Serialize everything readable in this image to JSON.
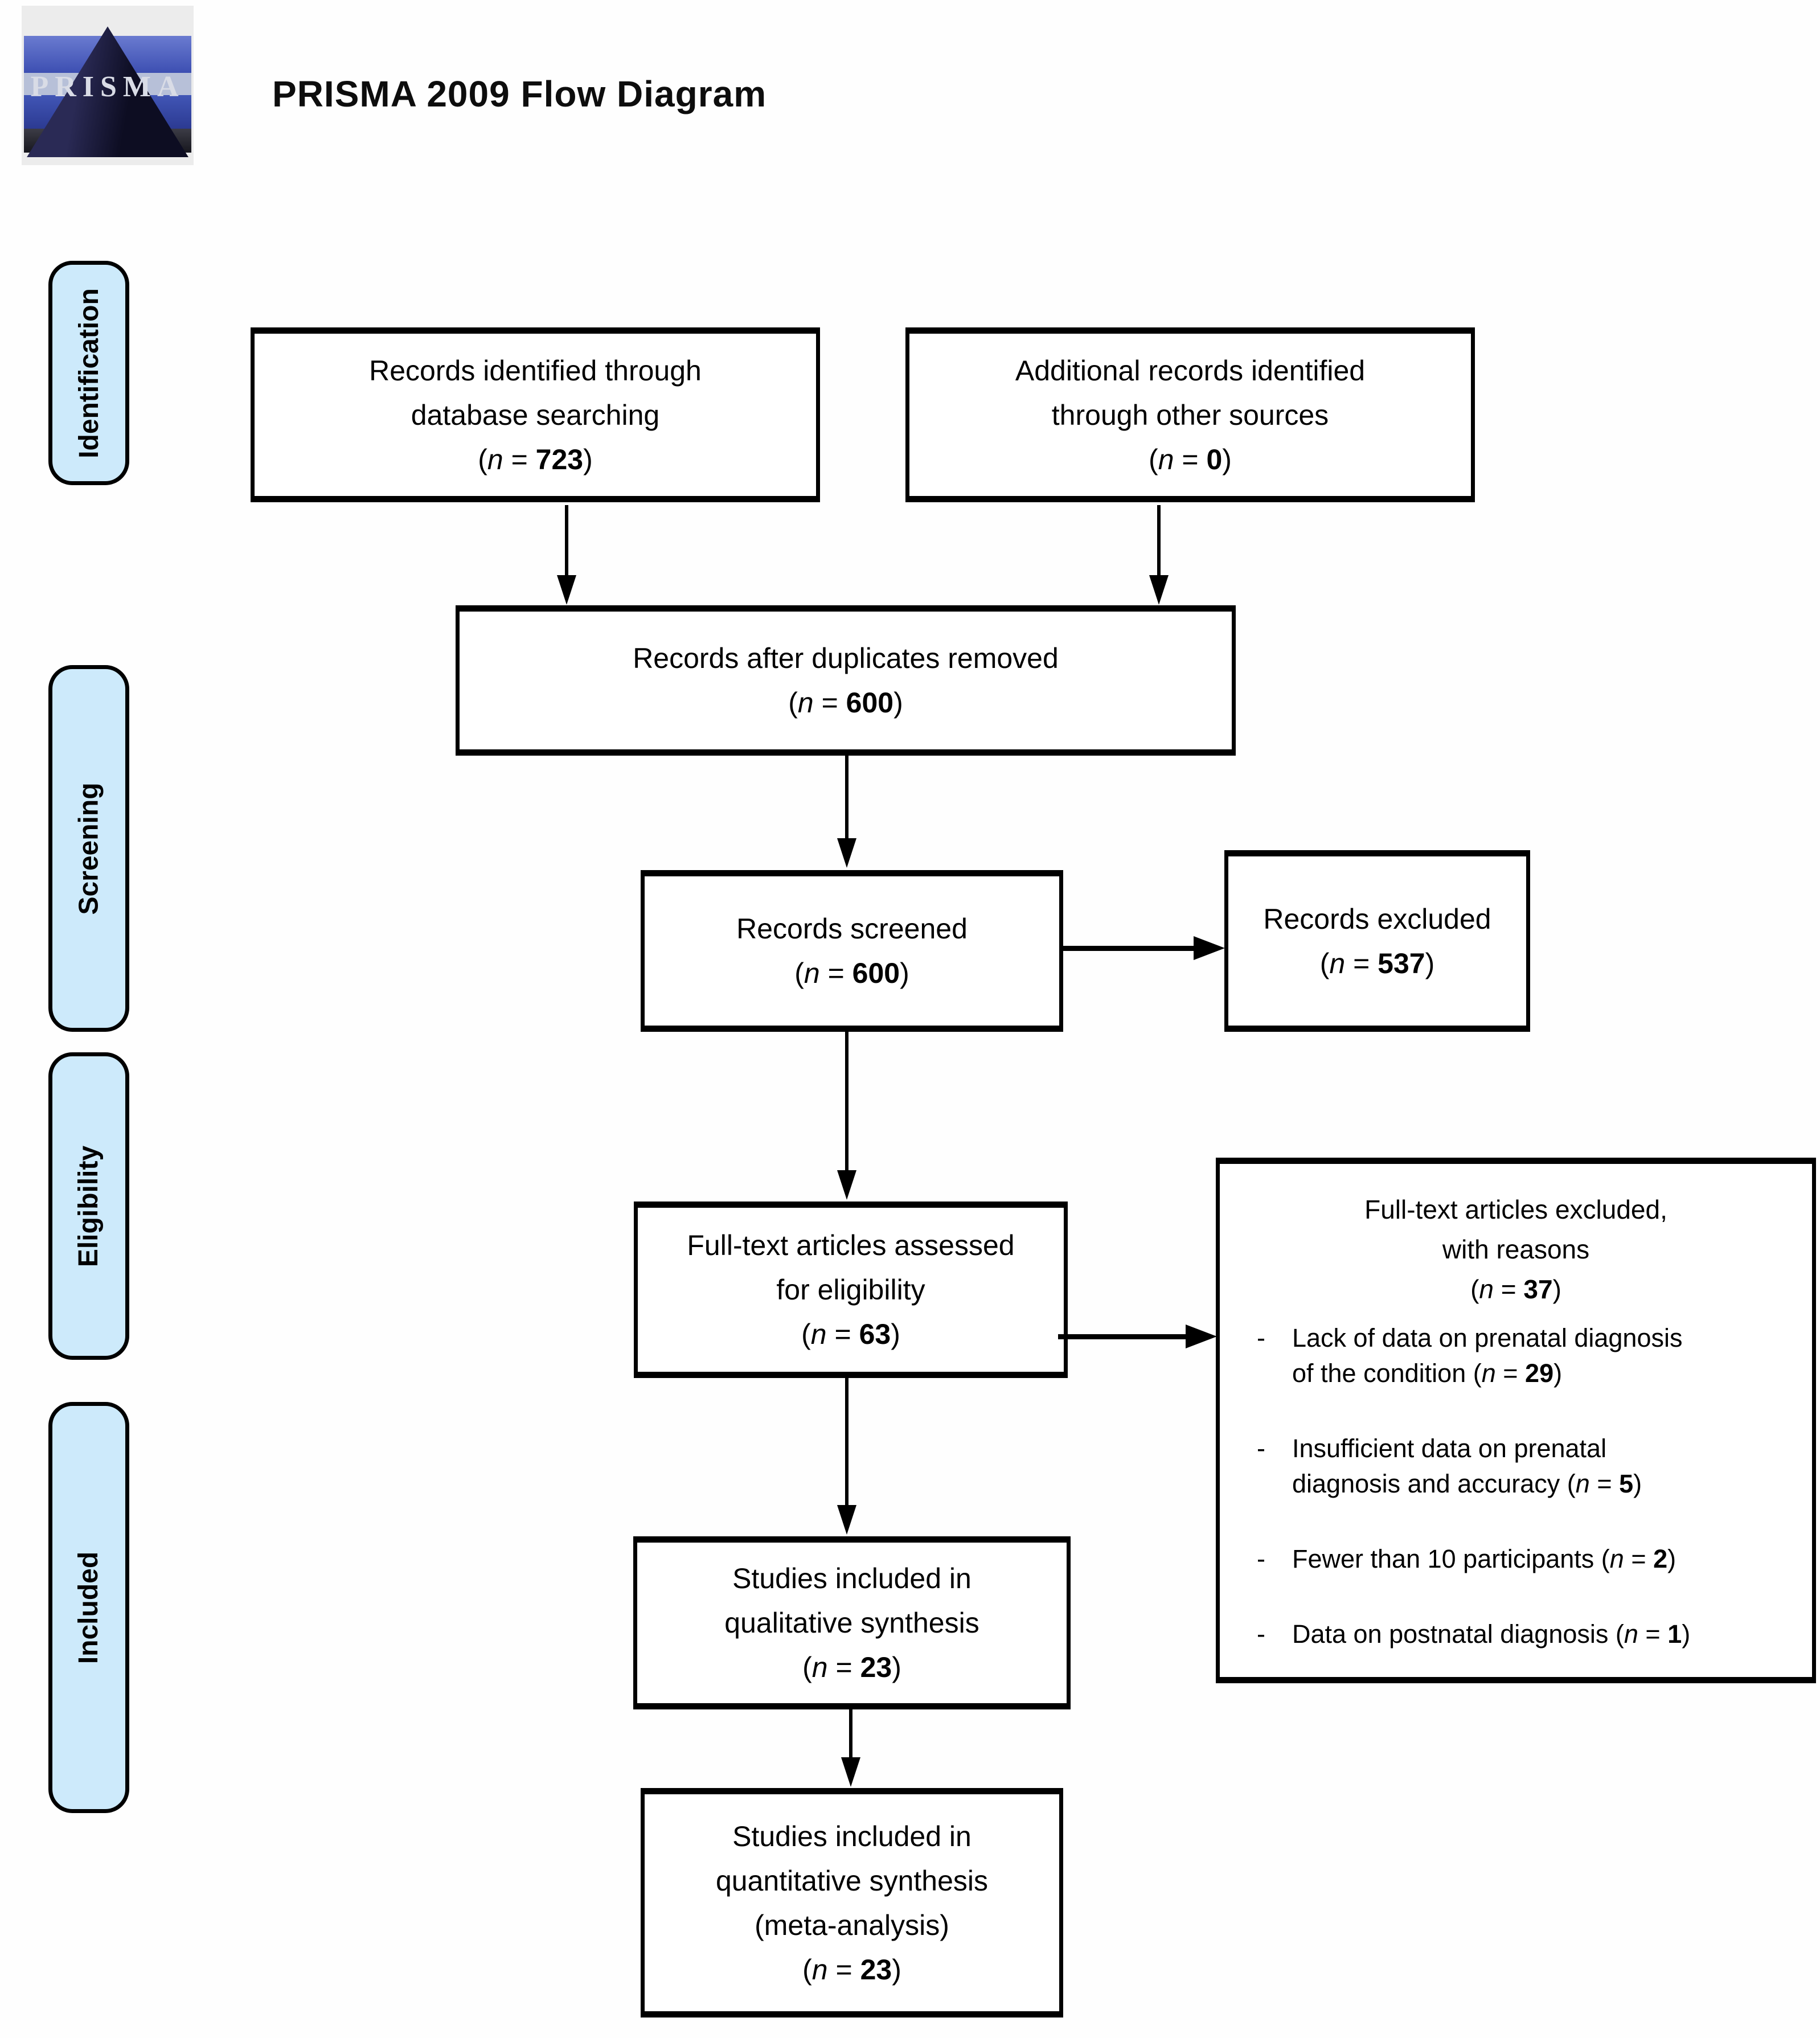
{
  "page": {
    "title": "PRISMA 2009 Flow Diagram"
  },
  "logo": {
    "text": "PRISMA"
  },
  "format": {
    "n_var": "n",
    "eq": "=",
    "open": "(",
    "close": ")"
  },
  "sidebar": {
    "items": [
      {
        "label": "Identification"
      },
      {
        "label": "Screening"
      },
      {
        "label": "Eligibility"
      },
      {
        "label": "Included"
      }
    ]
  },
  "boxes": {
    "identified": {
      "lines": [
        "Records identified through",
        "database searching"
      ],
      "n": "723"
    },
    "additional": {
      "lines": [
        "Additional records identified",
        "through other sources"
      ],
      "n": "0"
    },
    "duplicates": {
      "lines": [
        "Records after duplicates removed"
      ],
      "n": "600"
    },
    "screened": {
      "lines": [
        "Records screened"
      ],
      "n": "600"
    },
    "excluded": {
      "lines": [
        "Records excluded"
      ],
      "n": "537"
    },
    "fulltext": {
      "lines": [
        "Full-text articles assessed",
        "for eligibility"
      ],
      "n": "63"
    },
    "fulltext_excluded": {
      "lines": [
        "Full-text articles excluded,",
        "with reasons"
      ],
      "n": "37",
      "bullet": "-",
      "reasons": [
        {
          "lines": [
            "Lack of data on prenatal diagnosis",
            "of the condition"
          ],
          "n": "29"
        },
        {
          "lines": [
            "Insufficient data on prenatal",
            "diagnosis and accuracy"
          ],
          "n": "5"
        },
        {
          "lines": [
            "Fewer than 10 participants"
          ],
          "n": "2"
        },
        {
          "lines": [
            "Data on postnatal diagnosis"
          ],
          "n": "1"
        }
      ]
    },
    "qualitative": {
      "lines": [
        "Studies included in",
        "qualitative synthesis"
      ],
      "n": "23"
    },
    "quantitative": {
      "lines": [
        "Studies included in",
        "quantitative synthesis",
        "(meta-analysis)"
      ],
      "n": "23"
    }
  },
  "colors": {
    "stage_fill": "#cdeafb",
    "box_border": "#000000",
    "arrow": "#000000"
  }
}
